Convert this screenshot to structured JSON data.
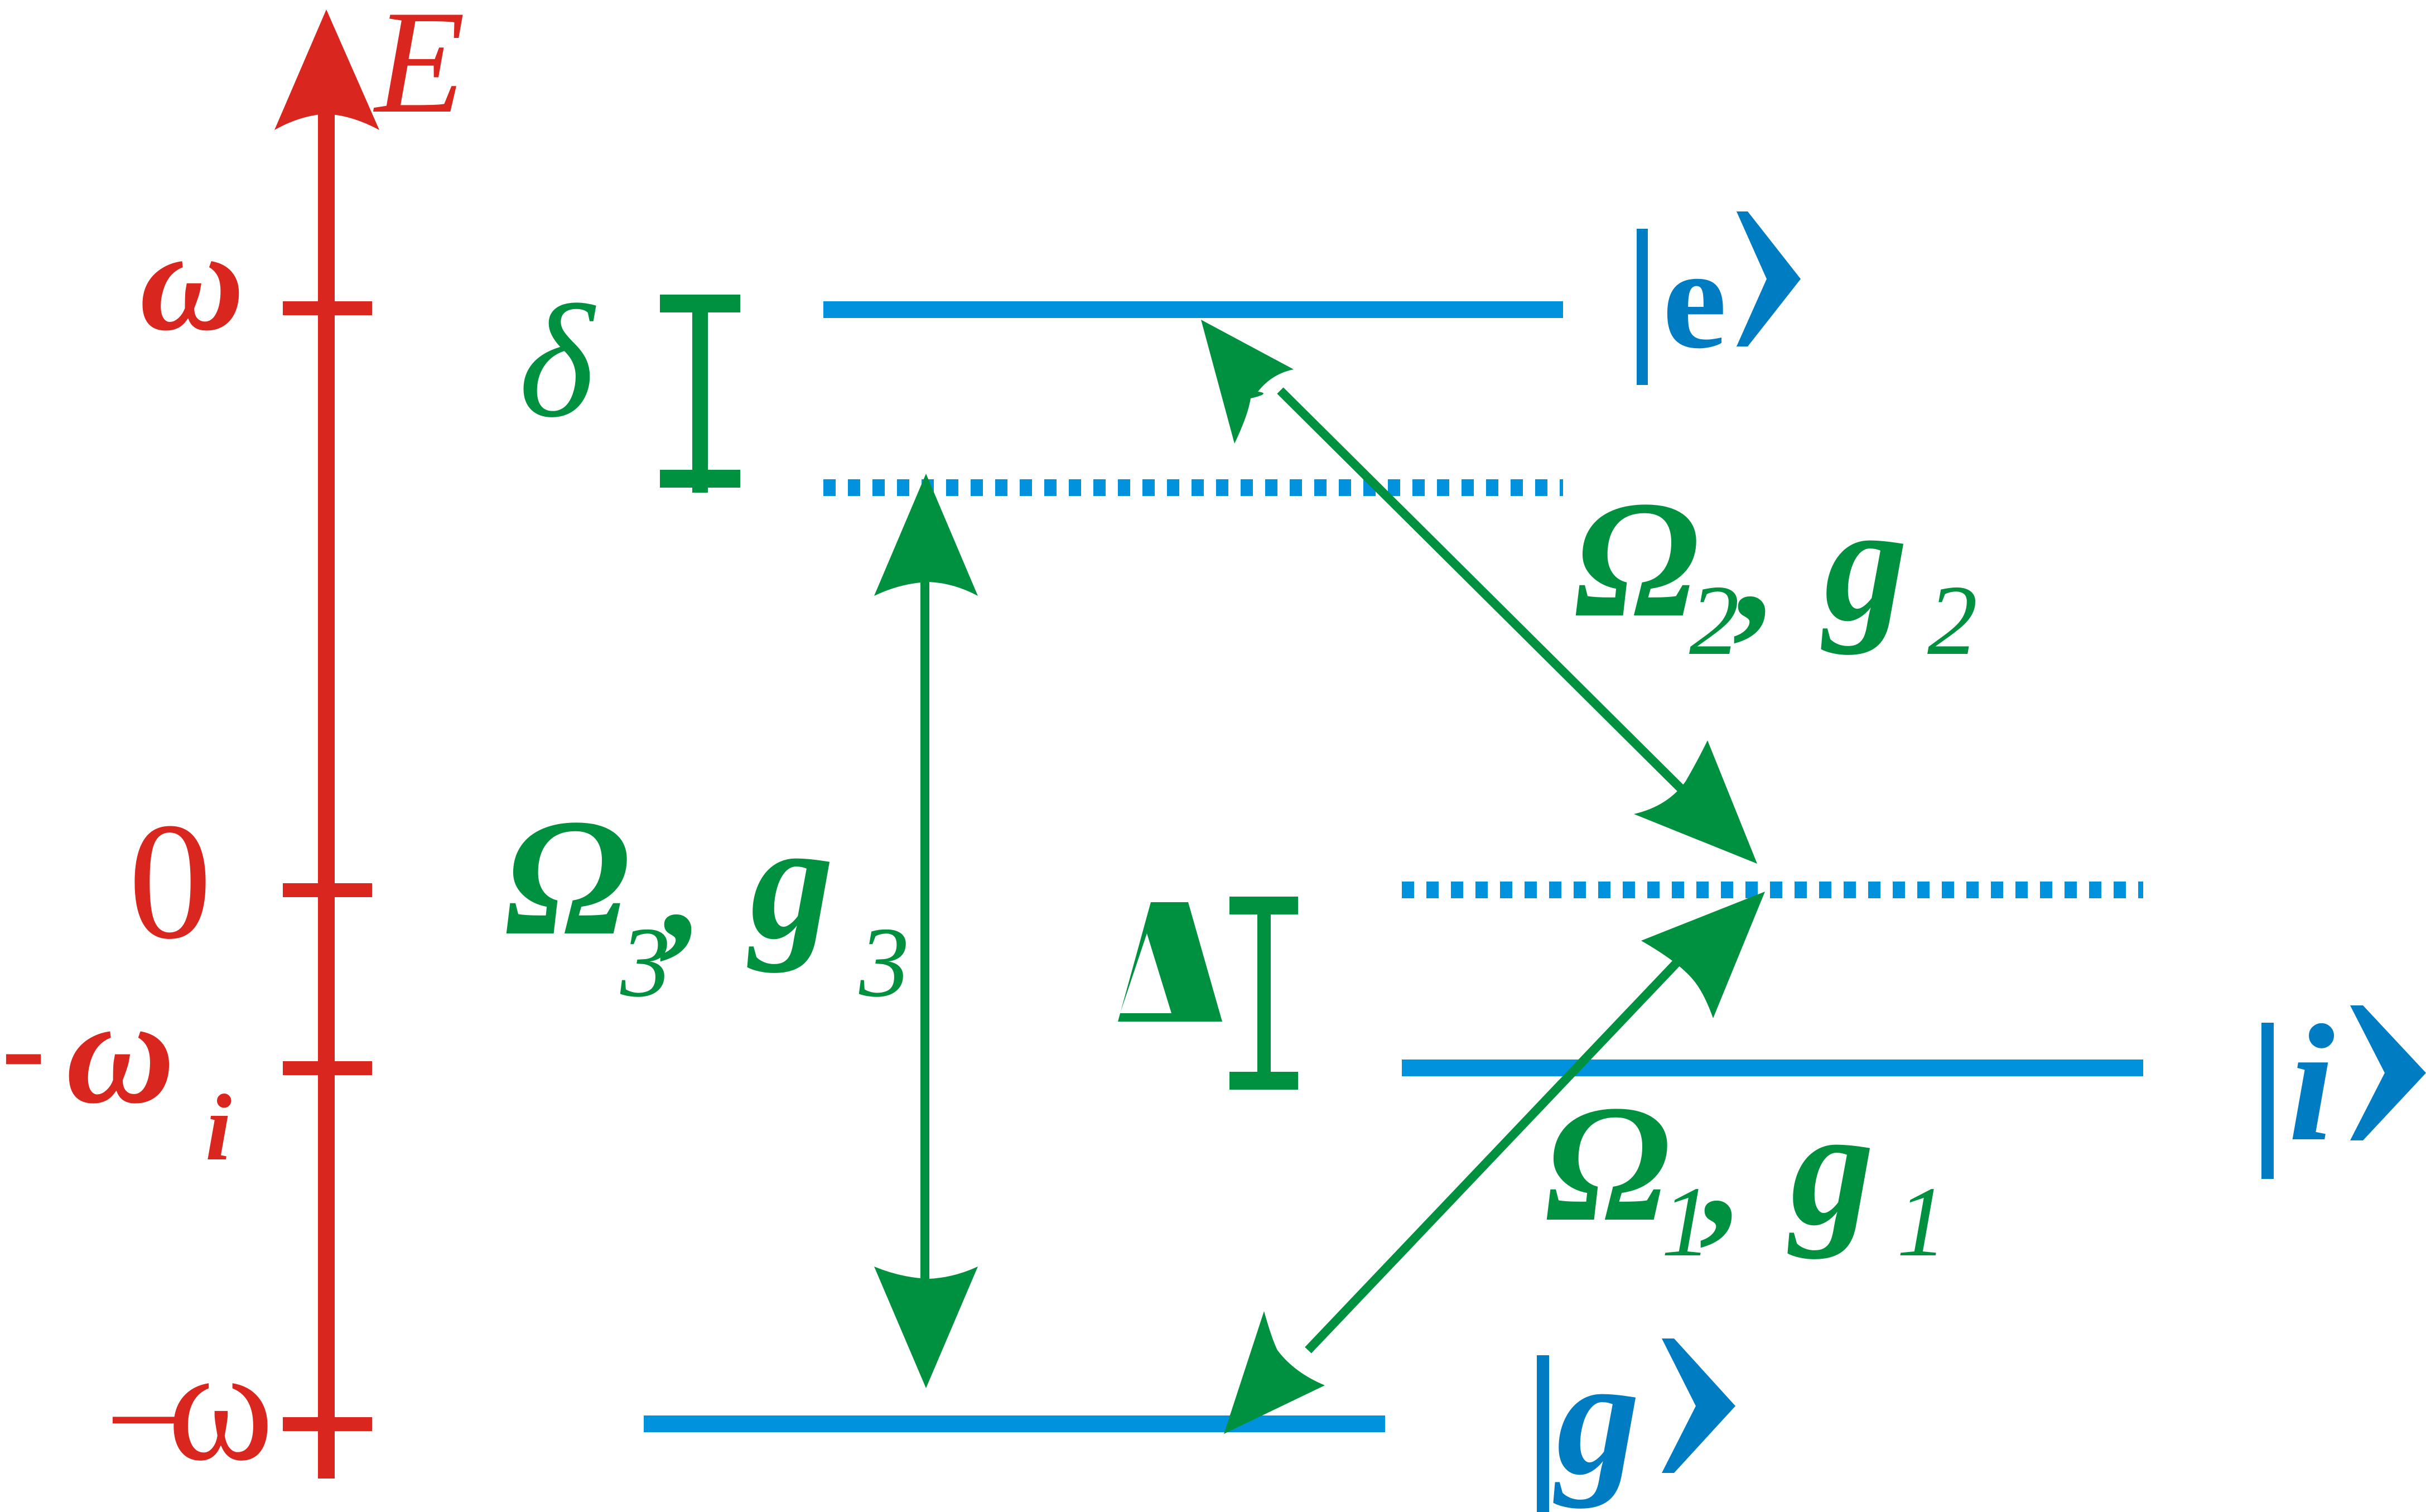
{
  "colors": {
    "axis_red": "#d9261e",
    "level_blue": "#0092dc",
    "ket_blue": "#007cc3",
    "coupling_green": "#009140",
    "background": "#ffffff"
  },
  "axis": {
    "label": "E",
    "ticks": [
      {
        "id": "omega",
        "label": "ω",
        "subscript": "",
        "prefix": ""
      },
      {
        "id": "zero",
        "label": "0",
        "subscript": "",
        "prefix": ""
      },
      {
        "id": "minus-omega-i",
        "label": "ω",
        "subscript": "i",
        "prefix": "-"
      },
      {
        "id": "minus-omega",
        "label": "ω",
        "subscript": "",
        "prefix": "−"
      }
    ]
  },
  "levels": {
    "excited": {
      "ket": "e",
      "line_style": "solid"
    },
    "intermediate": {
      "ket": "i",
      "line_style": "solid"
    },
    "ground": {
      "ket": "g",
      "line_style": "solid"
    },
    "virtual_upper": {
      "line_style": "dotted"
    },
    "virtual_lower": {
      "line_style": "dotted"
    }
  },
  "detunings": {
    "delta_small": {
      "symbol": "δ"
    },
    "delta_large": {
      "symbol": "Δ"
    }
  },
  "couplings": [
    {
      "id": "coupling-1",
      "rabi": "Ω",
      "rabi_sub": "1",
      "sep": ",",
      "g": "g",
      "g_sub": "1"
    },
    {
      "id": "coupling-2",
      "rabi": "Ω",
      "rabi_sub": "2",
      "sep": ",",
      "g": "g",
      "g_sub": "2"
    },
    {
      "id": "coupling-3",
      "rabi": "Ω",
      "rabi_sub": "3",
      "sep": ",",
      "g": "g",
      "g_sub": "3"
    }
  ]
}
